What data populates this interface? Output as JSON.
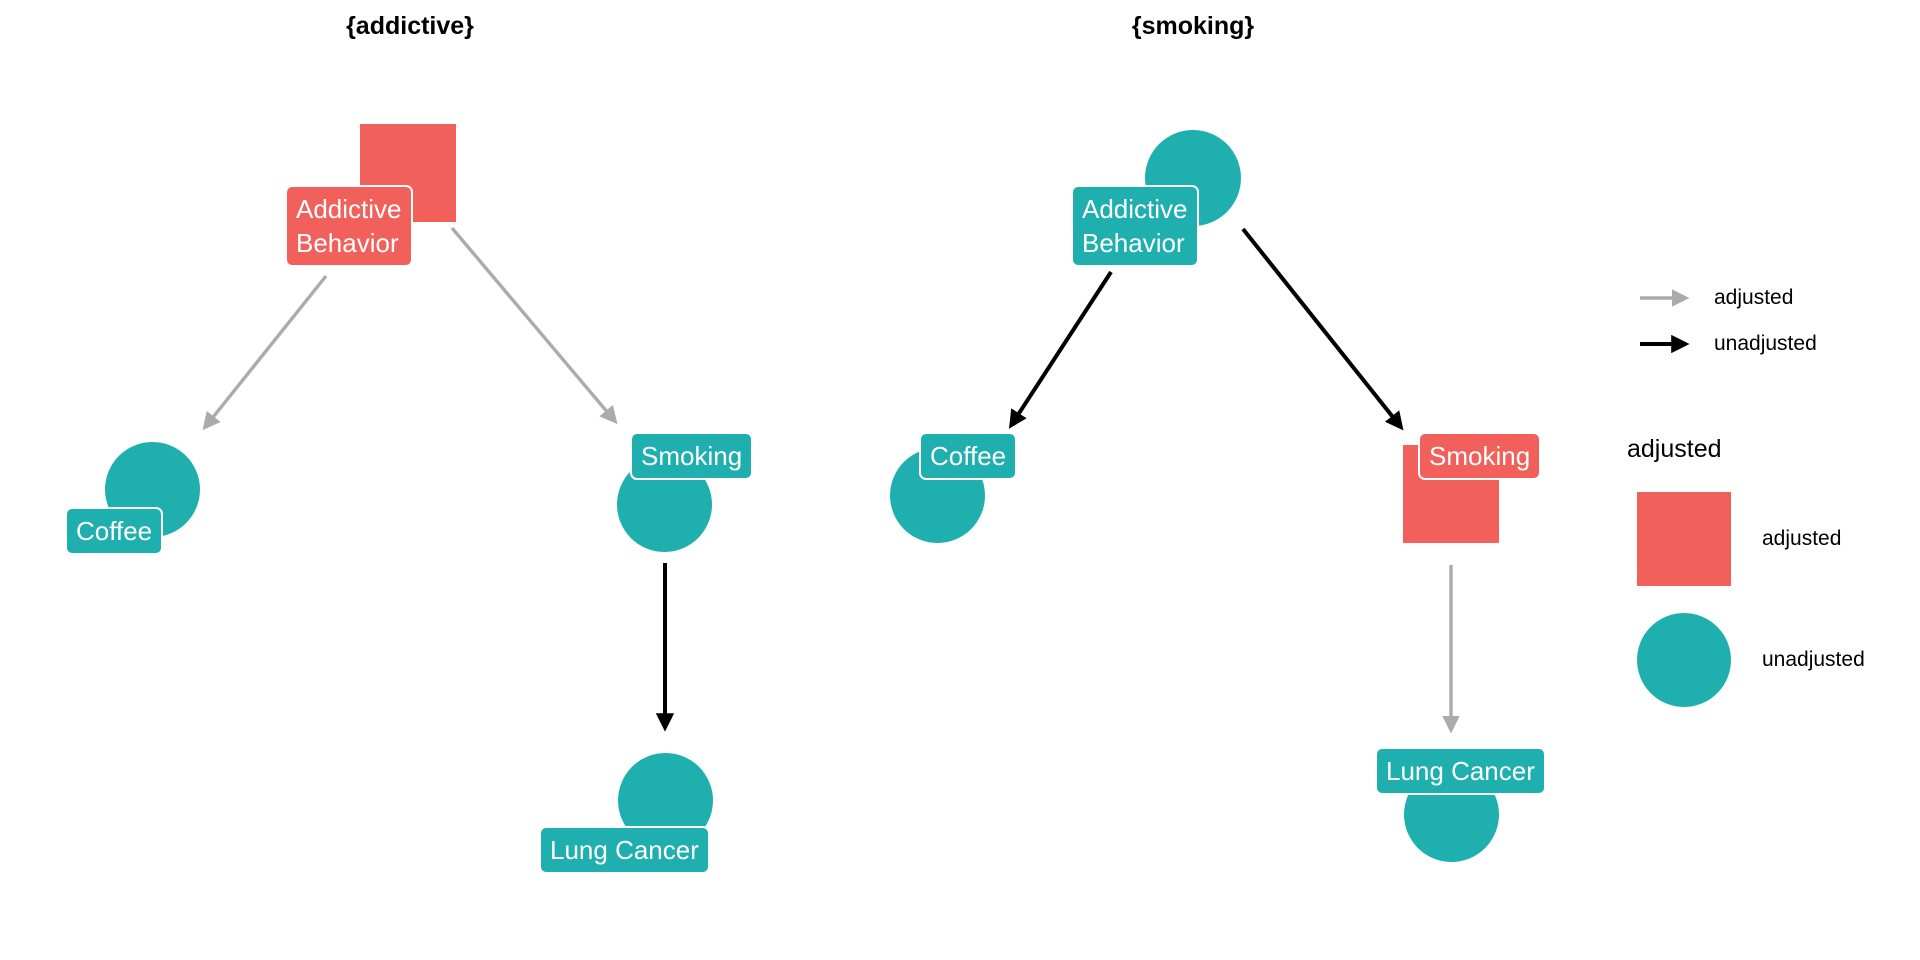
{
  "colors": {
    "adjusted_red": "#F2605C",
    "unadjusted_teal": "#20AFAF",
    "arrow_adjusted_gray": "#ABABAB",
    "arrow_unadjusted_black": "#000000",
    "label_text": "#FFFFFF",
    "text": "#000000",
    "background": "#FFFFFF"
  },
  "panels": [
    {
      "title": "{addictive}",
      "nodes": [
        {
          "id": "addictive-behavior",
          "label": "Addictive\nBehavior",
          "shape": "square",
          "status": "adjusted"
        },
        {
          "id": "coffee",
          "label": "Coffee",
          "shape": "circle",
          "status": "unadjusted"
        },
        {
          "id": "smoking",
          "label": "Smoking",
          "shape": "circle",
          "status": "unadjusted"
        },
        {
          "id": "lung-cancer",
          "label": "Lung Cancer",
          "shape": "circle",
          "status": "unadjusted"
        }
      ],
      "edges": [
        {
          "from": "addictive-behavior",
          "to": "coffee",
          "style": "adjusted"
        },
        {
          "from": "addictive-behavior",
          "to": "smoking",
          "style": "adjusted"
        },
        {
          "from": "smoking",
          "to": "lung-cancer",
          "style": "unadjusted"
        }
      ]
    },
    {
      "title": "{smoking}",
      "nodes": [
        {
          "id": "addictive-behavior",
          "label": "Addictive\nBehavior",
          "shape": "circle",
          "status": "unadjusted"
        },
        {
          "id": "coffee",
          "label": "Coffee",
          "shape": "circle",
          "status": "unadjusted"
        },
        {
          "id": "smoking",
          "label": "Smoking",
          "shape": "square",
          "status": "adjusted"
        },
        {
          "id": "lung-cancer",
          "label": "Lung Cancer",
          "shape": "circle",
          "status": "unadjusted"
        }
      ],
      "edges": [
        {
          "from": "addictive-behavior",
          "to": "coffee",
          "style": "unadjusted"
        },
        {
          "from": "addictive-behavior",
          "to": "smoking",
          "style": "unadjusted"
        },
        {
          "from": "smoking",
          "to": "lung-cancer",
          "style": "adjusted"
        }
      ]
    }
  ],
  "legend_edges": {
    "items": [
      {
        "label": "adjusted",
        "icon": "gray-arrow-icon"
      },
      {
        "label": "unadjusted",
        "icon": "black-arrow-icon"
      }
    ]
  },
  "legend_shapes": {
    "title": "adjusted",
    "items": [
      {
        "label": "adjusted",
        "icon": "red-square-icon"
      },
      {
        "label": "unadjusted",
        "icon": "teal-circle-icon"
      }
    ]
  }
}
